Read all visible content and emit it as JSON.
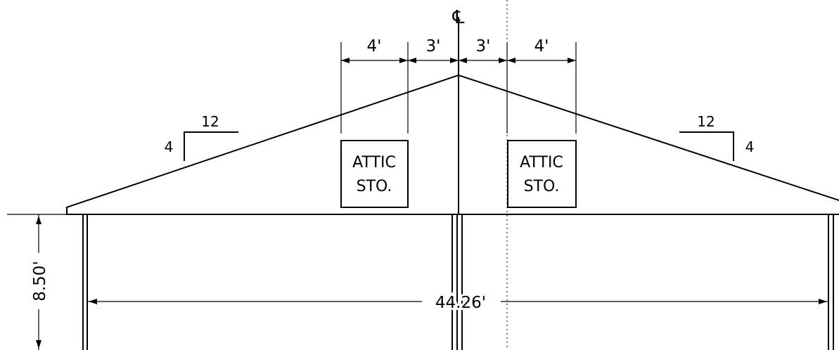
{
  "centerline_symbol": "℄",
  "top_dims": {
    "left_outer": "4'",
    "left_inner": "3'",
    "right_inner": "3'",
    "right_outer": "4'"
  },
  "attic_left": {
    "line1": "ATTIC",
    "line2": "STO."
  },
  "attic_right": {
    "line1": "ATTIC",
    "line2": "STO."
  },
  "slope_left": {
    "run": "12",
    "rise": "4"
  },
  "slope_right": {
    "run": "12",
    "rise": "4"
  },
  "wall_height": "8.50'",
  "total_width": "44.26'"
}
